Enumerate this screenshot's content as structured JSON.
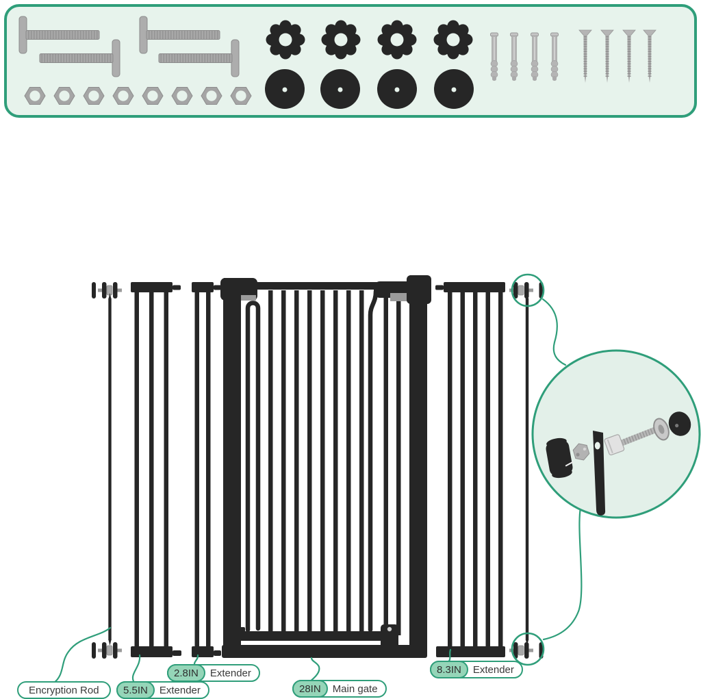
{
  "colors": {
    "teal": "#2F9E7A",
    "panel-bg": "#E7F3EC",
    "circle-bg": "#E3F0E9",
    "pill-green": "#95D5B8",
    "gate-black": "#262626",
    "text": "#3A3A3A",
    "page-bg": "#FFFFFF"
  },
  "hardware_panel": {
    "parts": [
      {
        "name": "t-bolt",
        "qty": 4
      },
      {
        "name": "hex-nut",
        "qty": 8
      },
      {
        "name": "spinner-knob",
        "qty": 4
      },
      {
        "name": "wall-cup",
        "qty": 4
      },
      {
        "name": "wall-anchor",
        "qty": 4
      },
      {
        "name": "screw",
        "qty": 4
      }
    ]
  },
  "diagram": {
    "labels": {
      "encryption_rod": {
        "text": "Encryption Rod"
      },
      "extender_5_5": {
        "size": "5.5IN",
        "text": "Extender"
      },
      "extender_2_8": {
        "size": "2.8IN",
        "text": "Extender"
      },
      "main_gate": {
        "size": "28IN",
        "text": "Main gate"
      },
      "extender_8_3": {
        "size": "8.3IN",
        "text": "Extender"
      }
    }
  }
}
